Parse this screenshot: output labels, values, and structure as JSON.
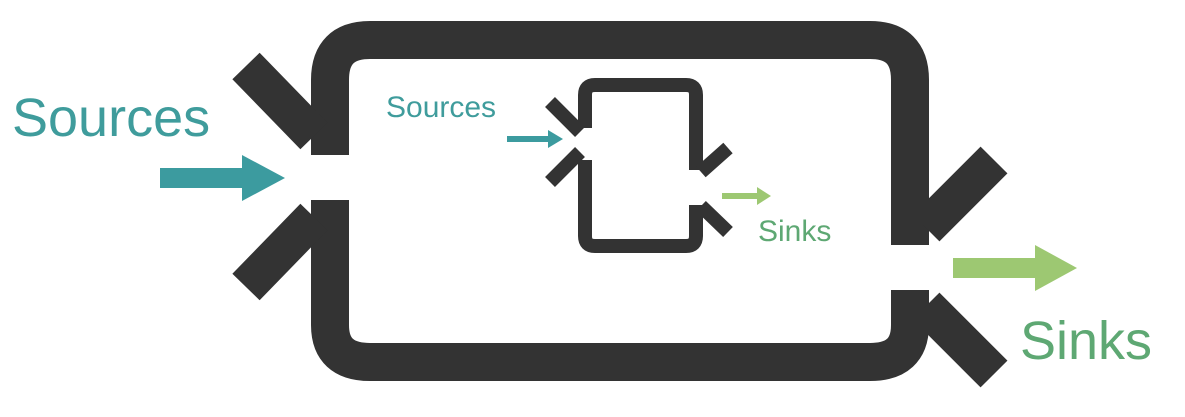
{
  "outer": {
    "sources_label": "Sources",
    "sinks_label": "Sinks"
  },
  "inner": {
    "sources_label": "Sources",
    "sinks_label": "Sinks"
  },
  "colors": {
    "box_stroke": "#333333",
    "sources": "#3f9c9c",
    "sources_arrow": "#3c9b9f",
    "sinks_text": "#5ea873",
    "sinks_arrow": "#9dc872",
    "background": "#ffffff"
  }
}
